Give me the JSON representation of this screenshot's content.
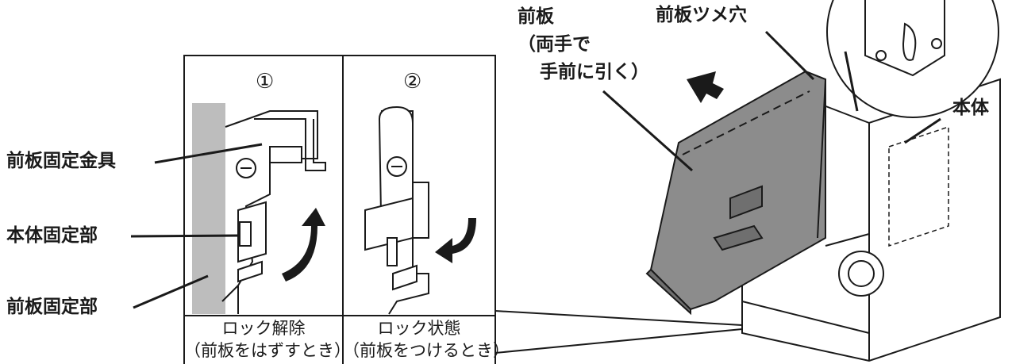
{
  "labels": {
    "front_plate_fixing_bracket": "前板固定金具",
    "body_fixing_part": "本体固定部",
    "front_plate_fixing_part": "前板固定部",
    "front_plate": "前板",
    "front_plate_instruction": "（両手で",
    "front_plate_instruction2": "手前に引く）",
    "front_plate_claw_hole": "前板ツメ穴",
    "body": "本体"
  },
  "panels": [
    {
      "number": "①",
      "caption": "ロック解除",
      "sub_caption": "（前板をはずすとき）"
    },
    {
      "number": "②",
      "caption": "ロック状態",
      "sub_caption": "（前板をつけるとき）"
    }
  ]
}
